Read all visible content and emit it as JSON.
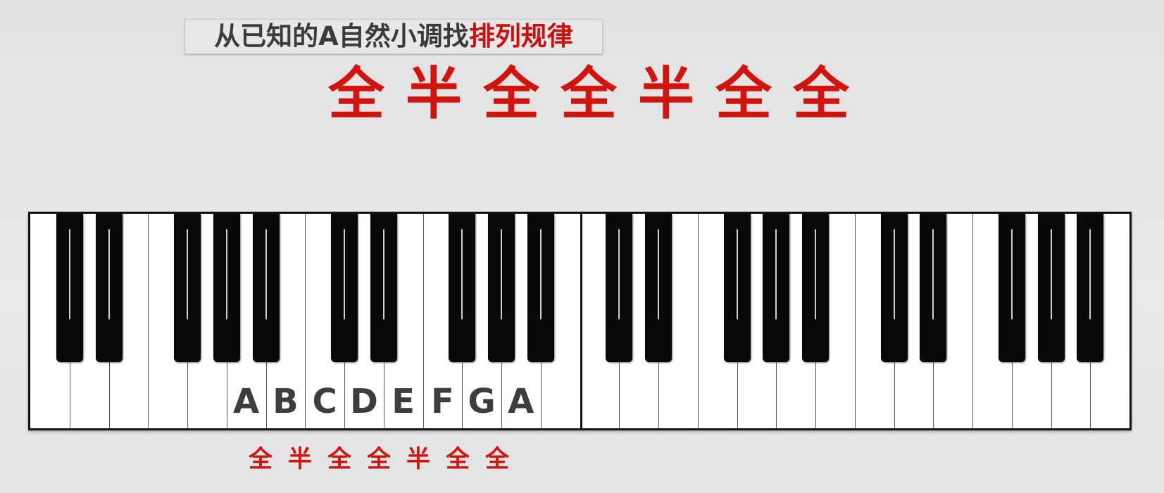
{
  "title": {
    "plain": "从已知的A自然小调找",
    "highlight": "排列规律"
  },
  "big_pattern": [
    "全",
    "半",
    "全",
    "全",
    "半",
    "全",
    "全"
  ],
  "keyboard": {
    "white_key_count": 28,
    "black_keys": [
      {
        "after_white": 1
      },
      {
        "after_white": 2
      },
      {
        "after_white": 4
      },
      {
        "after_white": 5
      },
      {
        "after_white": 6
      },
      {
        "after_white": 8
      },
      {
        "after_white": 9
      },
      {
        "after_white": 11
      },
      {
        "after_white": 12
      },
      {
        "after_white": 13
      },
      {
        "after_white": 15
      },
      {
        "after_white": 16
      },
      {
        "after_white": 18
      },
      {
        "after_white": 19
      },
      {
        "after_white": 20
      },
      {
        "after_white": 22
      },
      {
        "after_white": 23
      },
      {
        "after_white": 25
      },
      {
        "after_white": 26
      },
      {
        "after_white": 27
      }
    ],
    "octave_start_white": 14,
    "note_labels": [
      {
        "text": "A",
        "white_key": 5
      },
      {
        "text": "B",
        "white_key": 6
      },
      {
        "text": "C",
        "white_key": 7
      },
      {
        "text": "D",
        "white_key": 8
      },
      {
        "text": "E",
        "white_key": 9
      },
      {
        "text": "F",
        "white_key": 10
      },
      {
        "text": "G",
        "white_key": 11
      },
      {
        "text": "A",
        "white_key": 12
      }
    ]
  },
  "small_pattern": [
    "全",
    "半",
    "全",
    "全",
    "半",
    "全",
    "全"
  ],
  "colors": {
    "accent_red": "#d2140f",
    "dark_text": "#3b3b3b",
    "black_key": "#080808"
  }
}
